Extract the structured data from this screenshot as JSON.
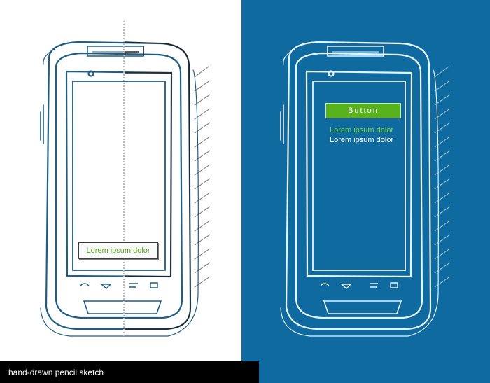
{
  "left_sketch": {
    "field_text": "Lorem ipsum dolor",
    "ink_color": "#1d5d86",
    "text_color": "#5aa51e"
  },
  "right_sketch": {
    "button_label": "Button",
    "line1": "Lorem ipsum dolor",
    "line2": "Lorem ipsum dolor",
    "background": "#0f6b9f",
    "button_color": "#58b21d"
  },
  "caption": "hand-drawn pencil sketch"
}
